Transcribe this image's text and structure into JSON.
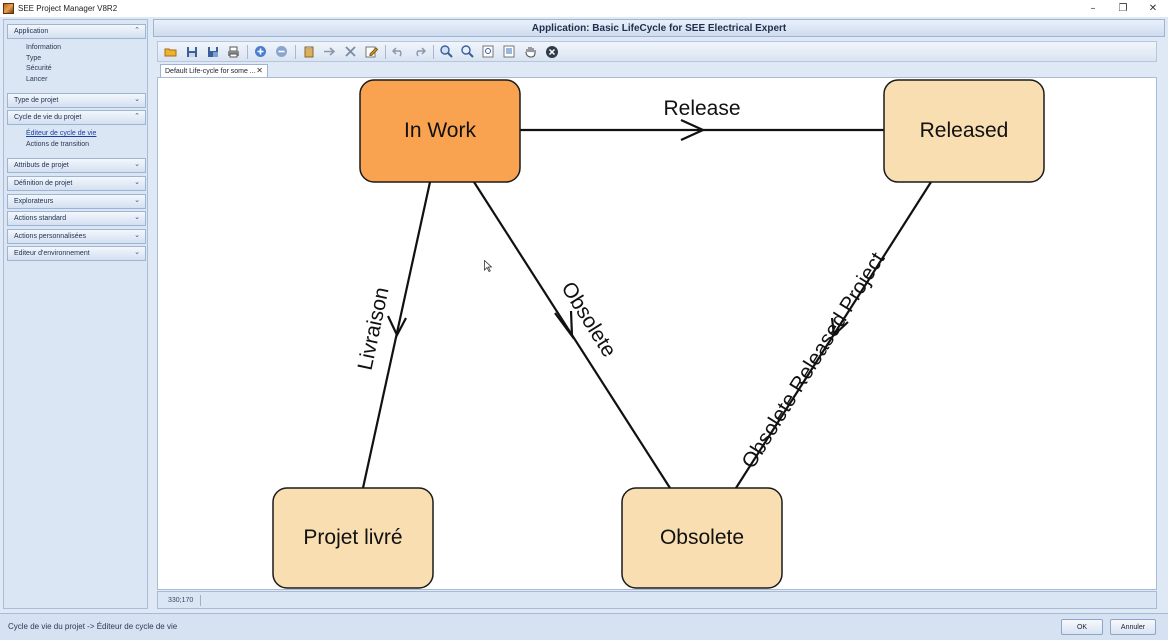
{
  "window": {
    "title": "SEE Project Manager V8R2",
    "minimize": "–",
    "restore": "❐",
    "close": "✕"
  },
  "sidebar": {
    "groups": [
      {
        "label": "Application",
        "expanded": true,
        "items": [
          "Information",
          "Type",
          "Sécurité",
          "Lancer"
        ]
      },
      {
        "label": "Type de projet",
        "expanded": false,
        "items": []
      },
      {
        "label": "Cycle de vie du projet",
        "expanded": true,
        "items": [
          "Éditeur de cycle de vie",
          "Actions de transition"
        ]
      },
      {
        "label": "Attributs de projet",
        "expanded": false,
        "items": []
      },
      {
        "label": "Définition de projet",
        "expanded": false,
        "items": []
      },
      {
        "label": "Explorateurs",
        "expanded": false,
        "items": []
      },
      {
        "label": "Actions standard",
        "expanded": false,
        "items": []
      },
      {
        "label": "Actions personnalisées",
        "expanded": false,
        "items": []
      },
      {
        "label": "Editeur d'environnement",
        "expanded": false,
        "items": []
      }
    ],
    "chevron_up": "⌃",
    "chevron_down": "⌄"
  },
  "main": {
    "title": "Application: Basic LifeCycle for SEE Electrical Expert",
    "tab": {
      "label": "Default Life-cycle for some ...",
      "close": "✕"
    },
    "coordinates": "330;170"
  },
  "toolbar": {
    "icons": [
      "open-icon",
      "save-icon",
      "save-as-icon",
      "print-icon",
      "add-state-icon",
      "remove-state-icon",
      "paste-icon",
      "arrow-icon",
      "delete-icon",
      "edit-icon",
      "undo-icon",
      "redo-icon",
      "zoom-in-icon",
      "zoom-out-icon",
      "zoom-fit-icon",
      "zoom-page-icon",
      "pan-hand-icon",
      "close-circle-icon"
    ]
  },
  "diagram": {
    "states": [
      {
        "id": "in_work",
        "label": "In Work",
        "active": true
      },
      {
        "id": "released",
        "label": "Released",
        "active": false
      },
      {
        "id": "projet_livre",
        "label": "Projet livré",
        "active": false
      },
      {
        "id": "obsolete",
        "label": "Obsolete",
        "active": false
      }
    ],
    "transitions": [
      {
        "from": "in_work",
        "to": "released",
        "label": "Release"
      },
      {
        "from": "in_work",
        "to": "projet_livre",
        "label": "Livraison"
      },
      {
        "from": "in_work",
        "to": "obsolete",
        "label": "Obsolete"
      },
      {
        "from": "released",
        "to": "obsolete",
        "label": "Obsolete Released Project"
      }
    ],
    "colors": {
      "active_fill": "#f9a350",
      "state_fill": "#f8deb0",
      "border": "#1a1a1a"
    }
  },
  "status": {
    "breadcrumb": "Cycle de vie du projet -> Éditeur de cycle de vie",
    "ok": "OK",
    "cancel": "Annuler"
  }
}
